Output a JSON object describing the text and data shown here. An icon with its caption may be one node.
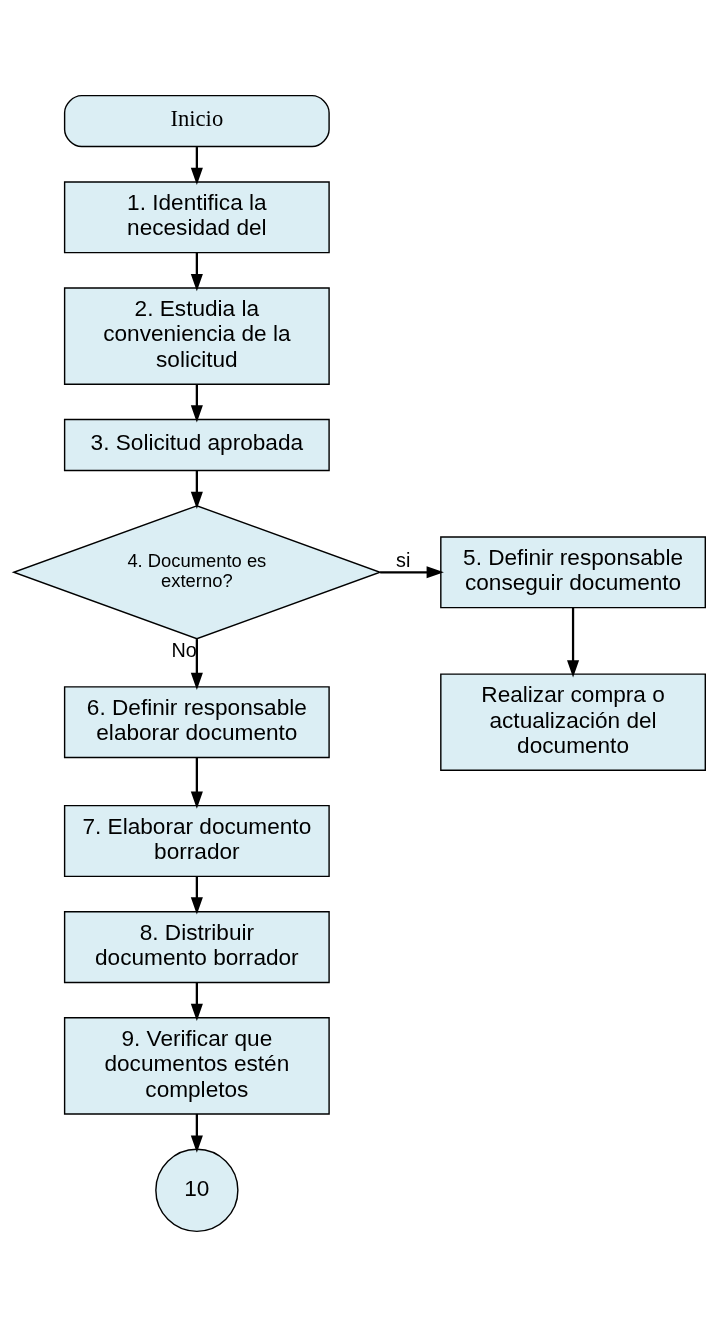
{
  "diagram": {
    "nodes": [
      {
        "text": [
          "Inicio"
        ]
      },
      {
        "text": [
          "1. Identifica la necesidad del"
        ]
      },
      {
        "text": [
          "2. Estudia la conveniencia de la solicitud"
        ]
      },
      {
        "text": [
          "3. Solicitud aprobada"
        ]
      },
      {
        "text": [
          "4. Documento es externo?"
        ]
      },
      {
        "text": [
          "5. Definir responsable conseguir documento"
        ]
      },
      {
        "text": [
          "Realizar compra o actualización del documento"
        ]
      },
      {
        "text": [
          "6. Definir responsable elaborar documento"
        ]
      },
      {
        "text": [
          "7. Elaborar documento borrador"
        ]
      },
      {
        "text": [
          "8. Distribuir documento borrador"
        ]
      },
      {
        "text": [
          "9. Verificar que documentos estén completos"
        ]
      },
      {
        "text": [
          "10"
        ]
      }
    ],
    "edges": [
      {
        "from": 0,
        "to": 1,
        "arrow": "to"
      },
      {
        "from": 1,
        "to": 2,
        "arrow": "to"
      },
      {
        "from": 2,
        "to": 3,
        "arrow": "to"
      },
      {
        "from": 3,
        "to": 4,
        "arrow": "to"
      },
      {
        "from": 4,
        "to": 5,
        "arrow": "to",
        "label": "si"
      },
      {
        "from": 5,
        "to": 6,
        "arrow": "to"
      },
      {
        "from": 4,
        "to": 7,
        "arrow": "to",
        "label": "No"
      },
      {
        "from": 7,
        "to": 8,
        "arrow": "to"
      },
      {
        "from": 8,
        "to": 9,
        "arrow": "to"
      },
      {
        "from": 9,
        "to": 10,
        "arrow": "to"
      },
      {
        "from": 10,
        "to": 11,
        "arrow": "to"
      }
    ]
  }
}
